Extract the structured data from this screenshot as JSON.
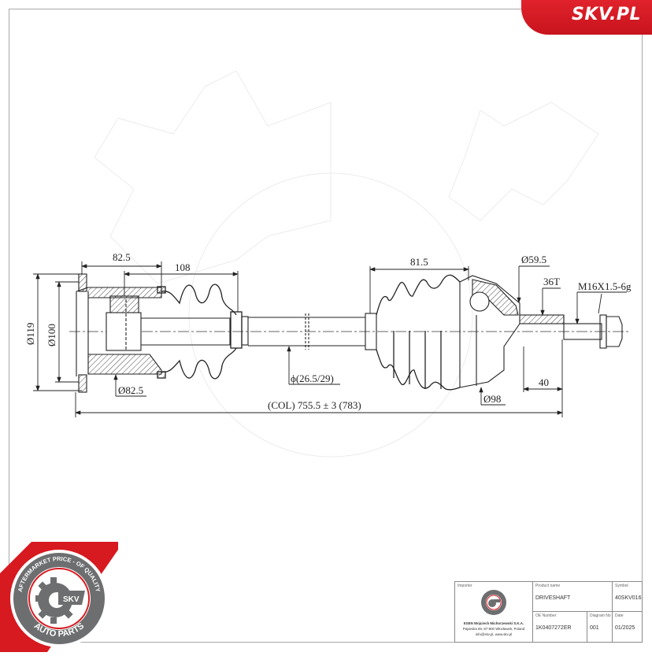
{
  "brand": {
    "logo_text": "SKV.PL",
    "accent_color": "#d71920"
  },
  "drawing": {
    "part": "Driveshaft technical drawing",
    "dimensions": {
      "inner_joint_length": "82.5",
      "boot_length_inner": "108",
      "outer_boot_length": "81.5",
      "outer_diameter_59": "Ø59.5",
      "spline_teeth": "36T",
      "thread": "M16X1.5-6g",
      "flange_dia_119": "Ø119",
      "flange_dia_100": "Ø100",
      "housing_dia": "Ø82.5",
      "shaft_dia": "ϕ(26.5/29)",
      "outer_joint_dia": "Ø98",
      "spline_length": "40",
      "overall_length": "(COL) 755.5 ± 3 (783)"
    }
  },
  "badge": {
    "top_text": "AFTERMARKET PRICE - OF QUALITY",
    "center_text": "SKV",
    "bottom_text": "AUTO PARTS",
    "colors": {
      "red": "#d71920",
      "grey": "#6d6e70"
    }
  },
  "title_block": {
    "importer_label": "Importer",
    "importer_name": "ESEN Wojciech Michorzewski S.K.A.",
    "importer_address": "Papieska 69, 87-800 Włocławek, Poland",
    "importer_contact": "info@skv.pl, www.skv.pl",
    "product_name_label": "Product name",
    "product_name": "DRIVESHAFT",
    "symbol_label": "Symbol",
    "symbol": "40SKV016",
    "oe_number_label": "OE Number",
    "oe_number": "1K0407272ER",
    "diagram_no_label": "Diagram No",
    "diagram_no": "001",
    "date_label": "Date",
    "date": "01/2025"
  }
}
